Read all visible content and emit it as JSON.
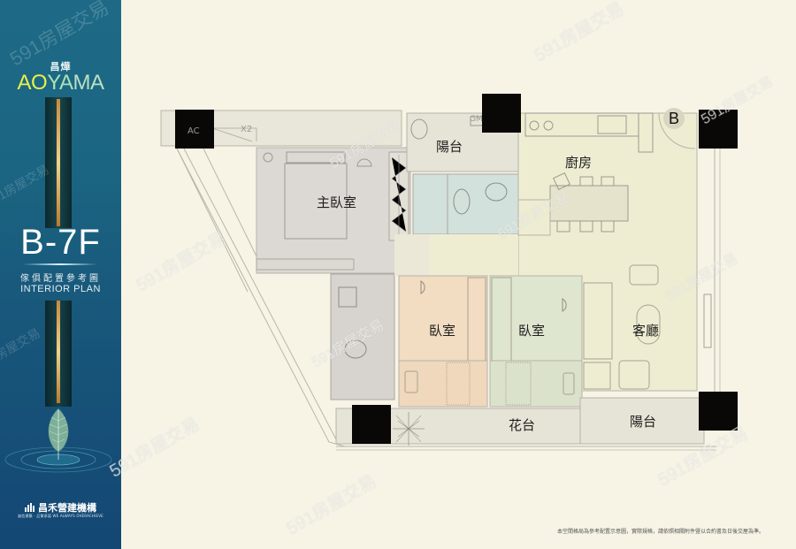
{
  "brand": {
    "project_cn": "昌燁",
    "project_en_part1": "AO",
    "project_en_part2": "YA",
    "project_en_part3": "MA",
    "unit": "B-7F",
    "plan_title_cn": "傢俱配置參考圖",
    "plan_title_en": "INTERIOR PLAN",
    "company": "昌禾營建機構",
    "company_tagline": "誠信建築 · 品質承諾  WE ALWAYS OVERACHIEVE"
  },
  "colors": {
    "panel_blue": "#1b6582",
    "accent_yellow": "#e9ef4a",
    "accent_green": "#a9e2b6",
    "gold": "#d9a24f",
    "background": "#f7f4e6",
    "master_bedroom": "#dcd9d4",
    "bath_blue": "#d3e1dc",
    "bedroom_orange": "#f2dcc2",
    "bedroom_green": "#dfe6d0",
    "living": "#eeedd2",
    "balcony": "#e6e4d6",
    "column": "#0a0707"
  },
  "plan": {
    "unit_marker": "B",
    "ac_label": "AC",
    "ac_count": "X2",
    "gm_label": "GM",
    "rooms": {
      "master_bedroom": "主臥室",
      "balcony_top": "陽台",
      "kitchen": "廚房",
      "bedroom_1": "臥室",
      "bedroom_2": "臥室",
      "living_room": "客廳",
      "planter": "花台",
      "balcony_bottom": "陽台"
    },
    "disclaimer": "本空間格局為參考配置示意圖，實際規格，請依照相關附件暨以合約書及日後交屋為準。"
  },
  "watermark": {
    "text": "591房屋交易"
  }
}
